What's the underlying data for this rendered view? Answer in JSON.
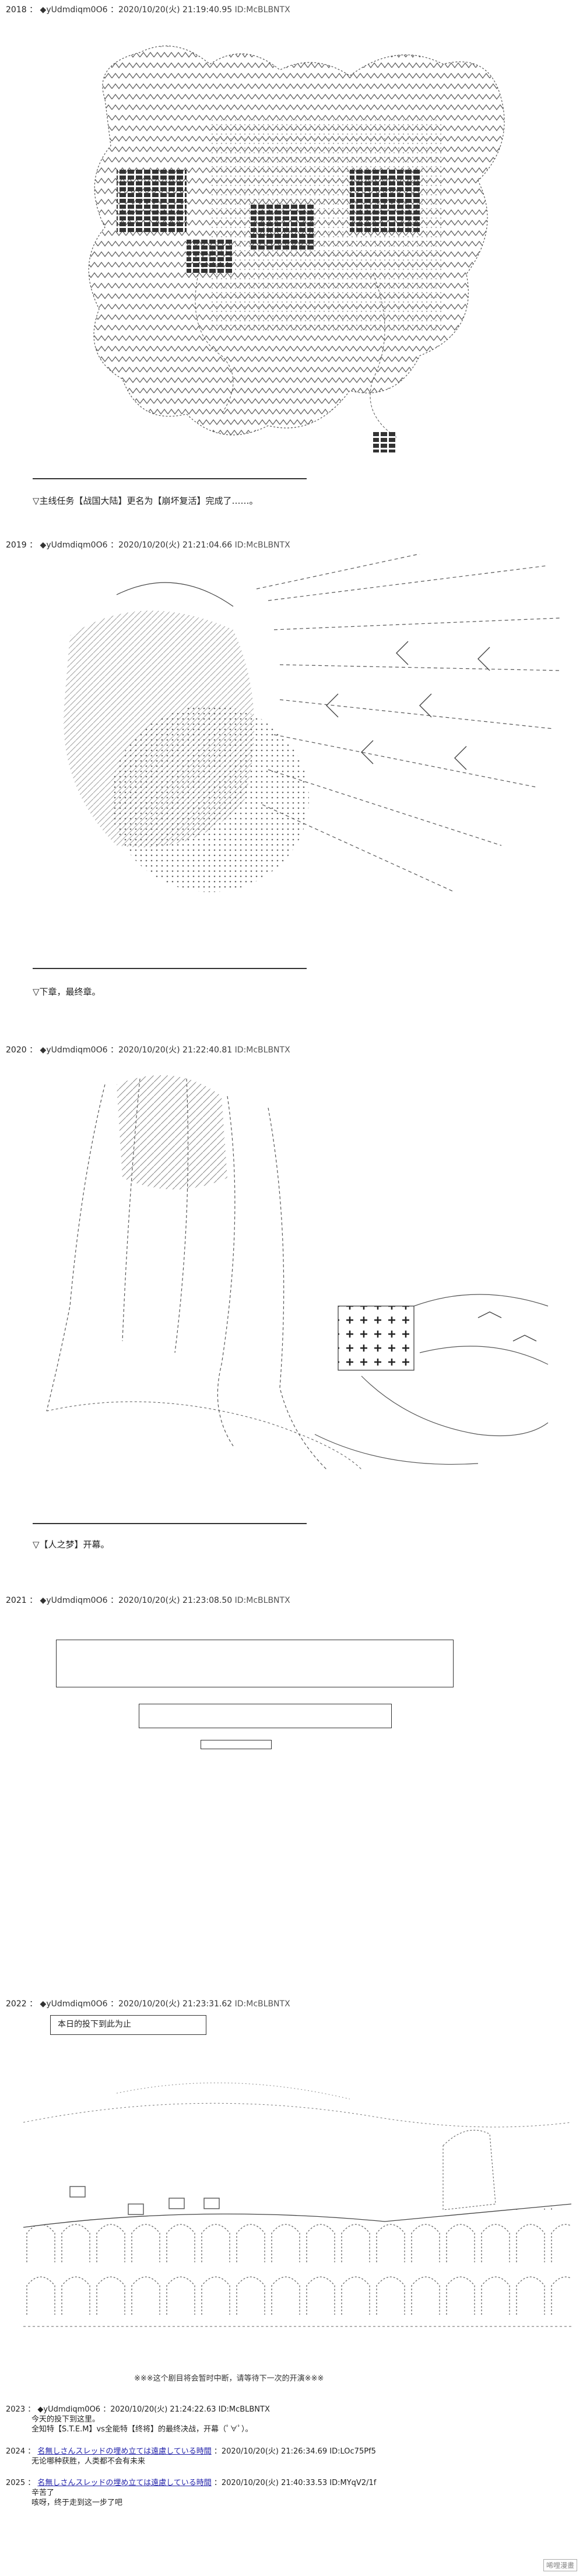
{
  "posts": [
    {
      "num": "2018",
      "sep": "：",
      "name": "◆yUdmdiqm0O6",
      "date": "：2020/10/20(火) 21:19:40.95",
      "id": "ID:McBLBNTX",
      "caption": "▽主线任务【战国大陆】更名为【崩坏复活】完成了……。"
    },
    {
      "num": "2019",
      "sep": "：",
      "name": "◆yUdmdiqm0O6",
      "date": "：2020/10/20(火) 21:21:04.66",
      "id": "ID:McBLBNTX",
      "caption": "▽下章，最终章。"
    },
    {
      "num": "2020",
      "sep": "：",
      "name": "◆yUdmdiqm0O6",
      "date": "：2020/10/20(火) 21:22:40.81",
      "id": "ID:McBLBNTX",
      "caption": "▽【人之梦】开幕。"
    },
    {
      "num": "2021",
      "sep": "：",
      "name": "◆yUdmdiqm0O6",
      "date": "：2020/10/20(火) 21:23:08.50",
      "id": "ID:McBLBNTX"
    },
    {
      "num": "2022",
      "sep": "：",
      "name": "◆yUdmdiqm0O6",
      "date": "：2020/10/20(火) 21:23:31.62",
      "id": "ID:McBLBNTX",
      "box_text": "本日的投下到此为止"
    }
  ],
  "note_2022": "※※※这个剧目将会暂时中断，请等待下一次的开演※※※",
  "short_posts": [
    {
      "num": "2023",
      "sep": "：",
      "name": "◆yUdmdiqm0O6",
      "date": "：2020/10/20(火) 21:24:22.63",
      "id": "ID:McBLBNTX",
      "lines": [
        "今天的投下到这里。",
        "全知特【S.T.E.M】vs全能特【终将】的最终决战，开幕（ﾟ∀ﾟ）。"
      ]
    },
    {
      "num": "2024",
      "sep": "：",
      "name": "名無しさんスレッドの埋め立ては遠慮している時間",
      "date": "：2020/10/20(火) 21:26:34.69",
      "id": "ID:LOc75Pf5",
      "lines": [
        "无论哪种获胜，人类都不会有未来"
      ]
    },
    {
      "num": "2025",
      "sep": "：",
      "name": "名無しさんスレッドの埋め立ては遠慮している時間",
      "date": "：2020/10/20(火) 21:40:33.53",
      "id": "ID:MYqV2/1f",
      "lines": [
        "辛苦了",
        "咳呀，终于走到这一步了吧"
      ]
    }
  ],
  "watermark": "唏哩漫畫"
}
